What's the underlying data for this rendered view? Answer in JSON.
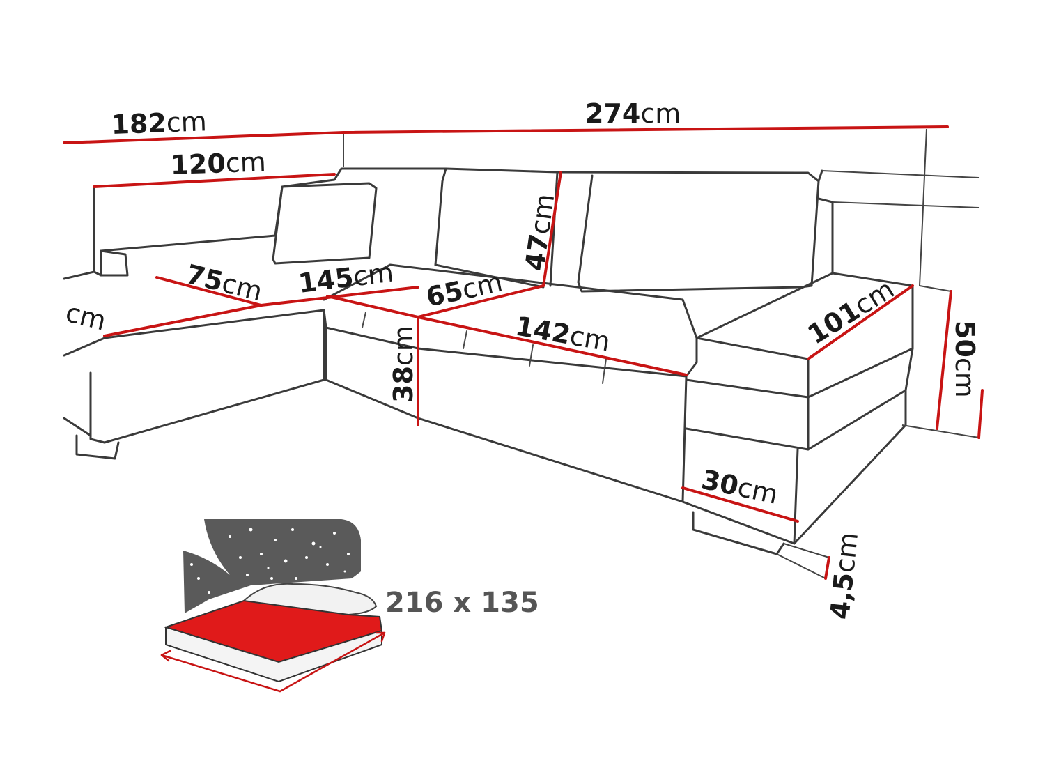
{
  "unit": "cm",
  "dimensions": {
    "overall_left_width": "182",
    "overall_right_width": "274",
    "left_back_width": "120",
    "left_seat_depth": "75",
    "middle_seat_width": "145",
    "back_seat_depth": "65",
    "back_height": "47",
    "seat_height": "38",
    "right_seat_width": "142",
    "armrest_depth": "101",
    "total_height": "50",
    "armrest_width": "30",
    "leg_height": "4,5",
    "left_edge_partial": "cm"
  },
  "bed": {
    "size_label": "216 x 135"
  },
  "colors": {
    "dimension_line": "#c81414",
    "outline": "#3a3a3a",
    "bed_mattress": "#e01a1a",
    "bed_headboard": "#555555"
  }
}
